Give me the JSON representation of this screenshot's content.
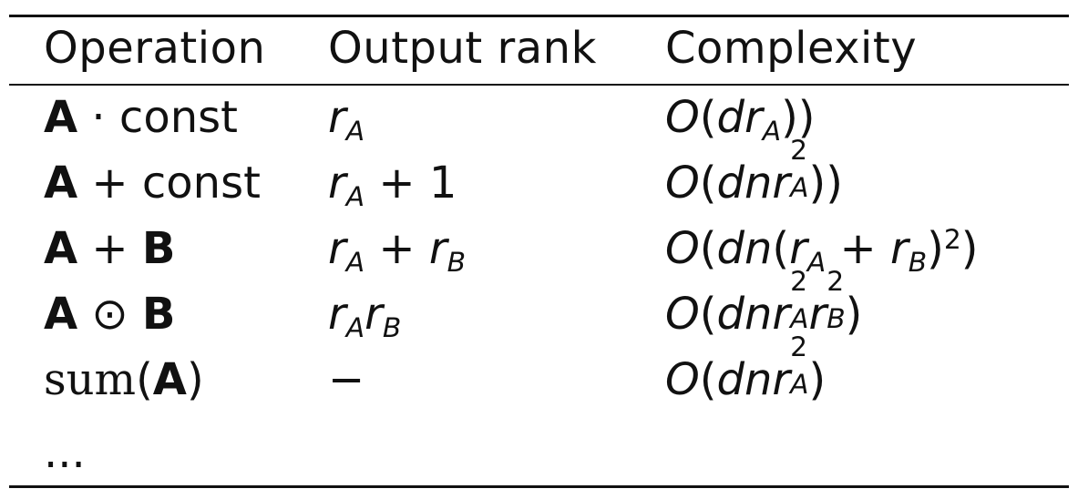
{
  "table": {
    "headers": {
      "operation": "Operation",
      "output_rank": "Output rank",
      "complexity": "Complexity"
    },
    "rows": [
      {
        "operation": "A · const",
        "output_rank": "r_A",
        "complexity": "O(dr_A))"
      },
      {
        "operation": "A + const",
        "output_rank": "r_A + 1",
        "complexity": "O(dnr_A^2))"
      },
      {
        "operation": "A + B",
        "output_rank": "r_A + r_B",
        "complexity": "O(dn(r_A + r_B)^2)"
      },
      {
        "operation": "A ⊙ B",
        "output_rank": "r_A r_B",
        "complexity": "O(dnr_A^2 r_B^2)"
      },
      {
        "operation": "sum(A)",
        "output_rank": "−",
        "complexity": "O(dnr_A^2)"
      },
      {
        "operation": "...",
        "output_rank": "",
        "complexity": ""
      }
    ]
  }
}
